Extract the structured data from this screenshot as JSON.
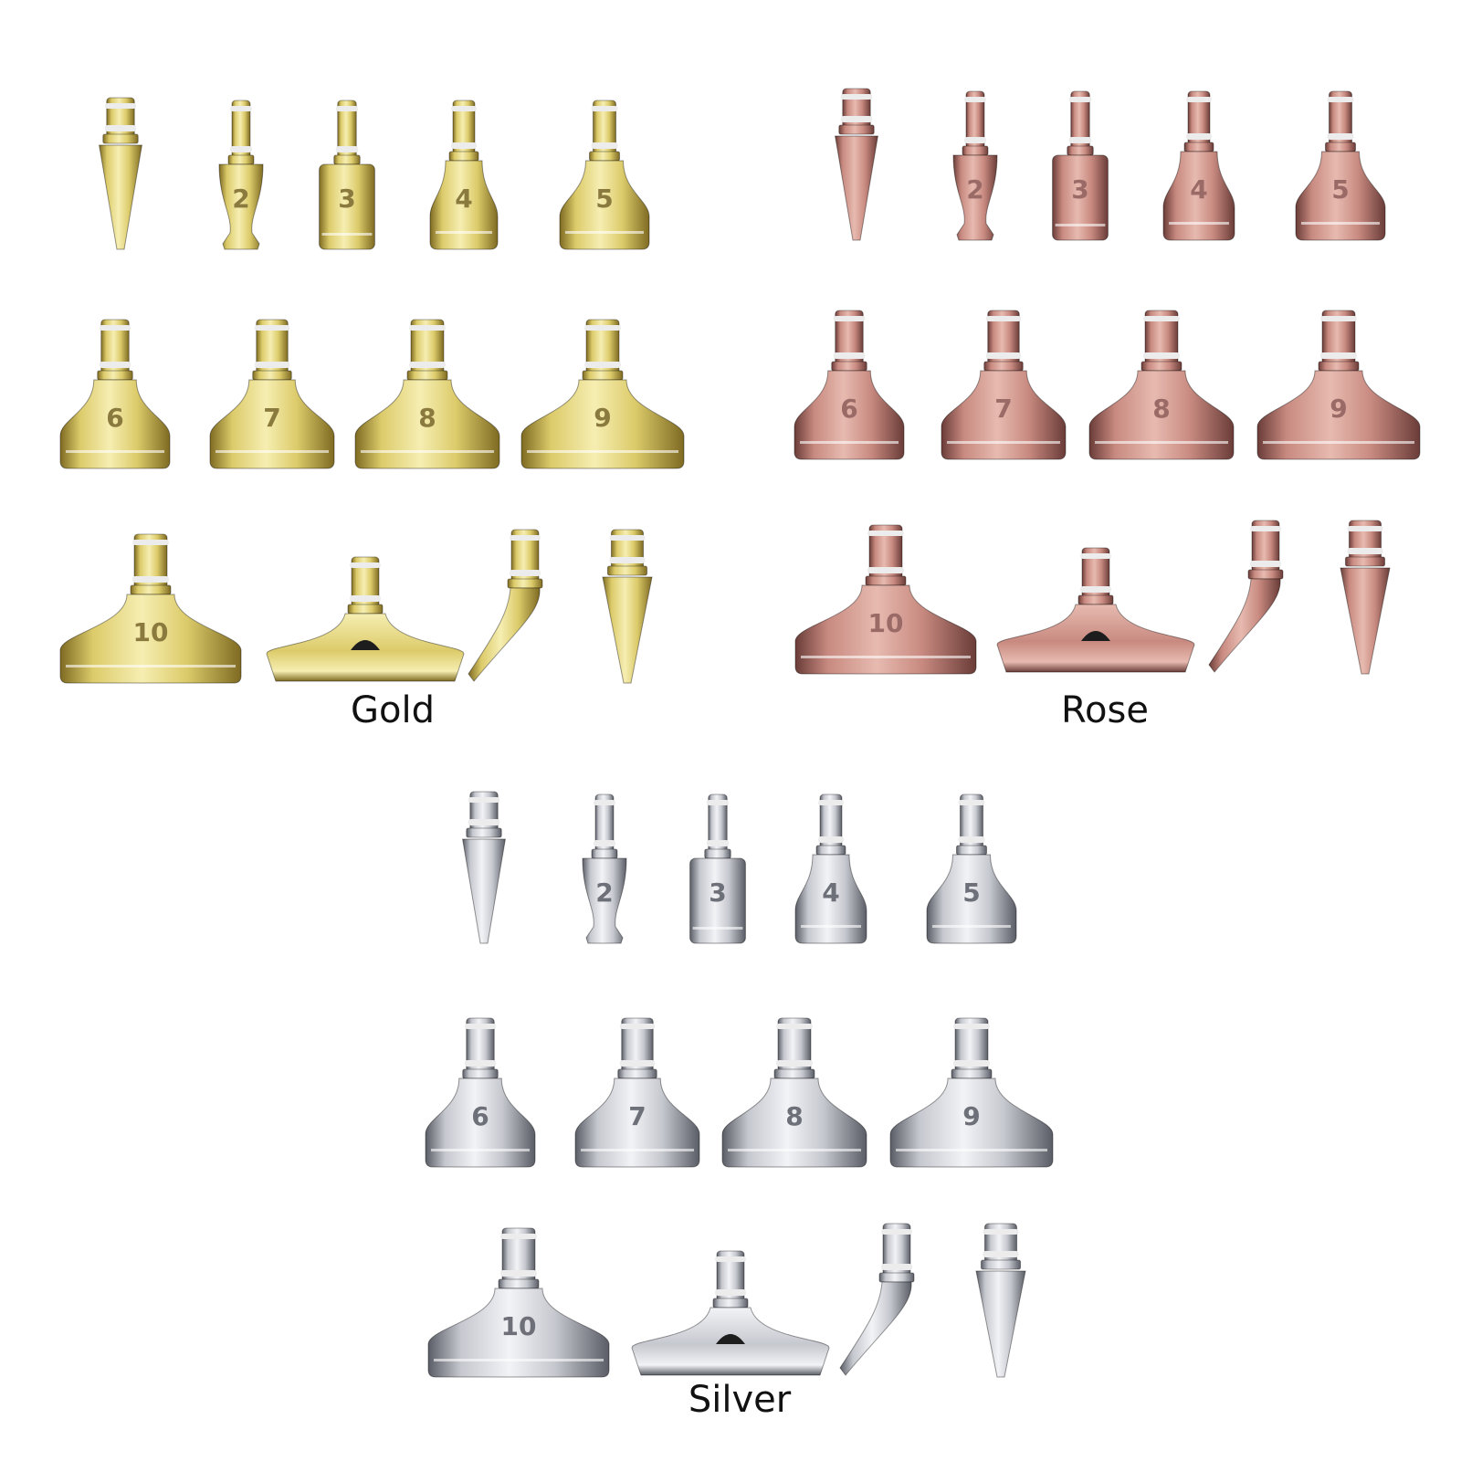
{
  "colors": {
    "gold": {
      "light": "#f6eeb2",
      "mid": "#dccb6a",
      "dark": "#7e6a22",
      "number": "#8a7a3e"
    },
    "rose": {
      "light": "#e7bab0",
      "mid": "#c88a80",
      "dark": "#6a3c38",
      "number": "#9a6a66"
    },
    "silver": {
      "light": "#f2f3f6",
      "mid": "#c6c8cf",
      "dark": "#5a5d66",
      "number": "#6d7078"
    },
    "ring": "#ececec",
    "notch": "#1d1d1d"
  },
  "groups": [
    {
      "id": "gold",
      "caption": "Gold",
      "rows": [
        [
          {
            "shape": "cone-icon",
            "label": ""
          },
          {
            "shape": "waisted-icon",
            "label": "2"
          },
          {
            "shape": "square-icon",
            "label": "3"
          },
          {
            "shape": "flare-icon",
            "label": "4"
          },
          {
            "shape": "flare-icon",
            "label": "5"
          }
        ],
        [
          {
            "shape": "flare-icon",
            "label": "6"
          },
          {
            "shape": "flare-icon",
            "label": "7"
          },
          {
            "shape": "flare-icon",
            "label": "8"
          },
          {
            "shape": "flare-icon",
            "label": "9"
          }
        ],
        [
          {
            "shape": "flare-icon",
            "label": "10"
          },
          {
            "shape": "blade-icon",
            "label": ""
          },
          {
            "shape": "bent-icon",
            "label": ""
          },
          {
            "shape": "cone-icon",
            "label": ""
          }
        ]
      ]
    },
    {
      "id": "rose",
      "caption": "Rose",
      "rows": [
        [
          {
            "shape": "cone-icon",
            "label": ""
          },
          {
            "shape": "waisted-icon",
            "label": "2"
          },
          {
            "shape": "square-icon",
            "label": "3"
          },
          {
            "shape": "flare-icon",
            "label": "4"
          },
          {
            "shape": "flare-icon",
            "label": "5"
          }
        ],
        [
          {
            "shape": "flare-icon",
            "label": "6"
          },
          {
            "shape": "flare-icon",
            "label": "7"
          },
          {
            "shape": "flare-icon",
            "label": "8"
          },
          {
            "shape": "flare-icon",
            "label": "9"
          }
        ],
        [
          {
            "shape": "flare-icon",
            "label": "10"
          },
          {
            "shape": "blade-icon",
            "label": ""
          },
          {
            "shape": "bent-icon",
            "label": ""
          },
          {
            "shape": "cone-icon",
            "label": ""
          }
        ]
      ]
    },
    {
      "id": "silver",
      "caption": "Silver",
      "rows": [
        [
          {
            "shape": "cone-icon",
            "label": ""
          },
          {
            "shape": "waisted-icon",
            "label": "2"
          },
          {
            "shape": "square-icon",
            "label": "3"
          },
          {
            "shape": "flare-icon",
            "label": "4"
          },
          {
            "shape": "flare-icon",
            "label": "5"
          }
        ],
        [
          {
            "shape": "flare-icon",
            "label": "6"
          },
          {
            "shape": "flare-icon",
            "label": "7"
          },
          {
            "shape": "flare-icon",
            "label": "8"
          },
          {
            "shape": "flare-icon",
            "label": "9"
          }
        ],
        [
          {
            "shape": "flare-icon",
            "label": "10"
          },
          {
            "shape": "blade-icon",
            "label": ""
          },
          {
            "shape": "bent-icon",
            "label": ""
          },
          {
            "shape": "cone-icon",
            "label": ""
          }
        ]
      ]
    }
  ]
}
